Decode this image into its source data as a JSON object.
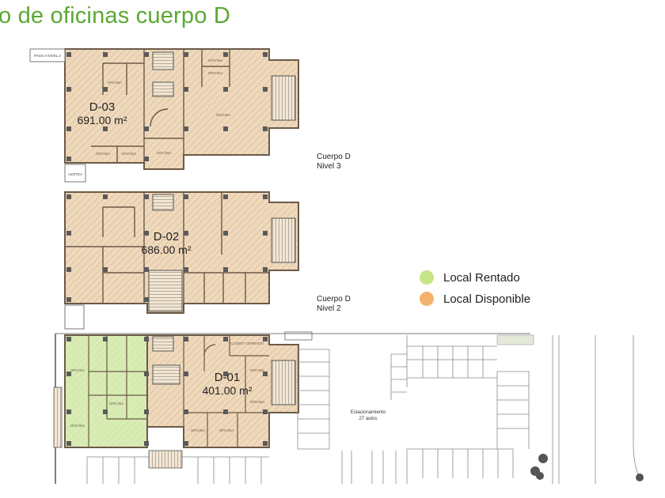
{
  "title": "o de oficinas  cuerpo D",
  "colors": {
    "available": "#efd9bc",
    "rented": "#d8ecb4",
    "legend_rented": "#c6e587",
    "legend_available": "#f3b26c",
    "title": "#5aa832"
  },
  "units": [
    {
      "code": "D-03",
      "area": "691.00 m²"
    },
    {
      "code": "D-02",
      "area": "686.00 m²"
    },
    {
      "code": "D-01",
      "area": "401.00 m²"
    }
  ],
  "levels": [
    {
      "building": "Cuerpo D",
      "level": "Nivel 3"
    },
    {
      "building": "Cuerpo D",
      "level": "Nivel 2"
    }
  ],
  "legend": [
    {
      "label": "Local Rentado",
      "status": "rented"
    },
    {
      "label": "Local Disponible",
      "status": "available"
    }
  ],
  "room_labels": {
    "office": "OFICINA",
    "closet": "CLOSET CERRADO",
    "azotea": "AZOTEA",
    "pasillo": "PASO A NIVEL 2"
  },
  "parking": {
    "label": "Estacionamiento",
    "count": "27 autos"
  }
}
